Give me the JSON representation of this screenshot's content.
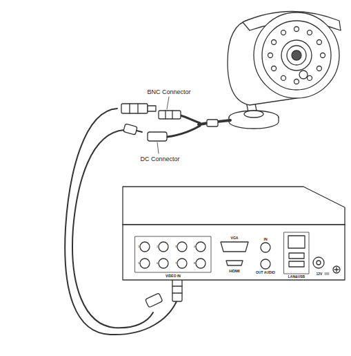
{
  "diagram": {
    "labels": [
      "BNC Connector",
      "DC Connector",
      "VGA",
      "IN",
      "HDMI",
      "OUT AUDIO",
      "LAN&USB",
      "12V",
      "VIDEO IN",
      "1",
      "2",
      "3",
      "4",
      "5",
      "6",
      "7",
      "8"
    ]
  }
}
